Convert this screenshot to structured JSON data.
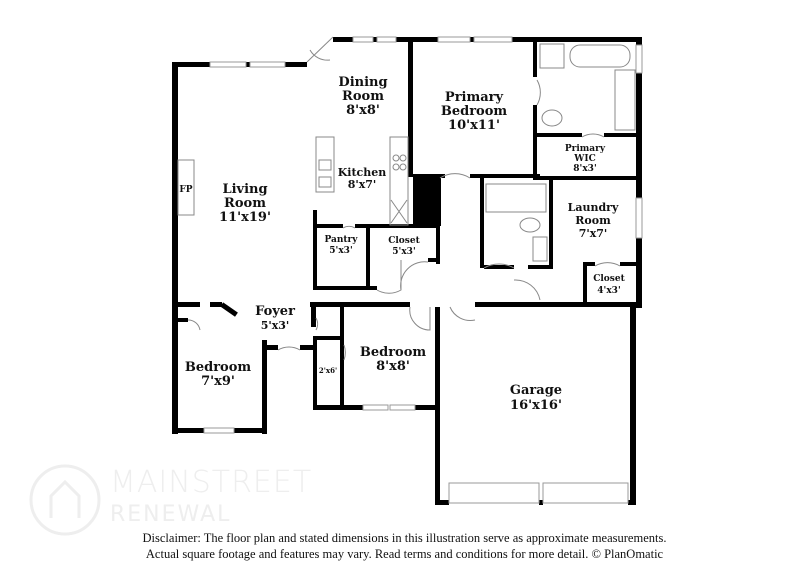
{
  "rooms": {
    "living": {
      "name1": "Living",
      "name2": "Room",
      "dim": "11'x19'"
    },
    "fireplace": "FP",
    "dining": {
      "name1": "Dining",
      "name2": "Room",
      "dim": "8'x8'"
    },
    "kitchen": {
      "name": "Kitchen",
      "dim": "8'x7'"
    },
    "pantry": {
      "name": "Pantry",
      "dim": "5'x3'"
    },
    "closet_hall": {
      "name": "Closet",
      "dim": "5'x3'"
    },
    "primary_bedroom": {
      "name1": "Primary",
      "name2": "Bedroom",
      "dim": "10'x11'"
    },
    "primary_wic": {
      "name1": "Primary",
      "name2": "WIC",
      "dim": "8'x3'"
    },
    "laundry": {
      "name1": "Laundry",
      "name2": "Room",
      "dim": "7'x7'"
    },
    "closet_laundry": {
      "name": "Closet",
      "dim": "4'x3'"
    },
    "foyer": {
      "name": "Foyer",
      "dim": "5'x3'"
    },
    "bedroom_left": {
      "name": "Bedroom",
      "dim": "7'x9'"
    },
    "bedroom_mid": {
      "name": "Bedroom",
      "dim": "8'x8'"
    },
    "small_closet": {
      "dim": "2'x6'"
    },
    "garage": {
      "name": "Garage",
      "dim": "16'x16'"
    }
  },
  "watermark": {
    "line1": "MAINSTREET",
    "line2": "RENEWAL"
  },
  "disclaimer": {
    "line1": "Disclaimer: The floor plan and stated dimensions in this illustration serve as approximate measurements.",
    "line2": "Actual square footage and features may vary. Read terms and conditions for more detail. © PlanOmatic"
  }
}
